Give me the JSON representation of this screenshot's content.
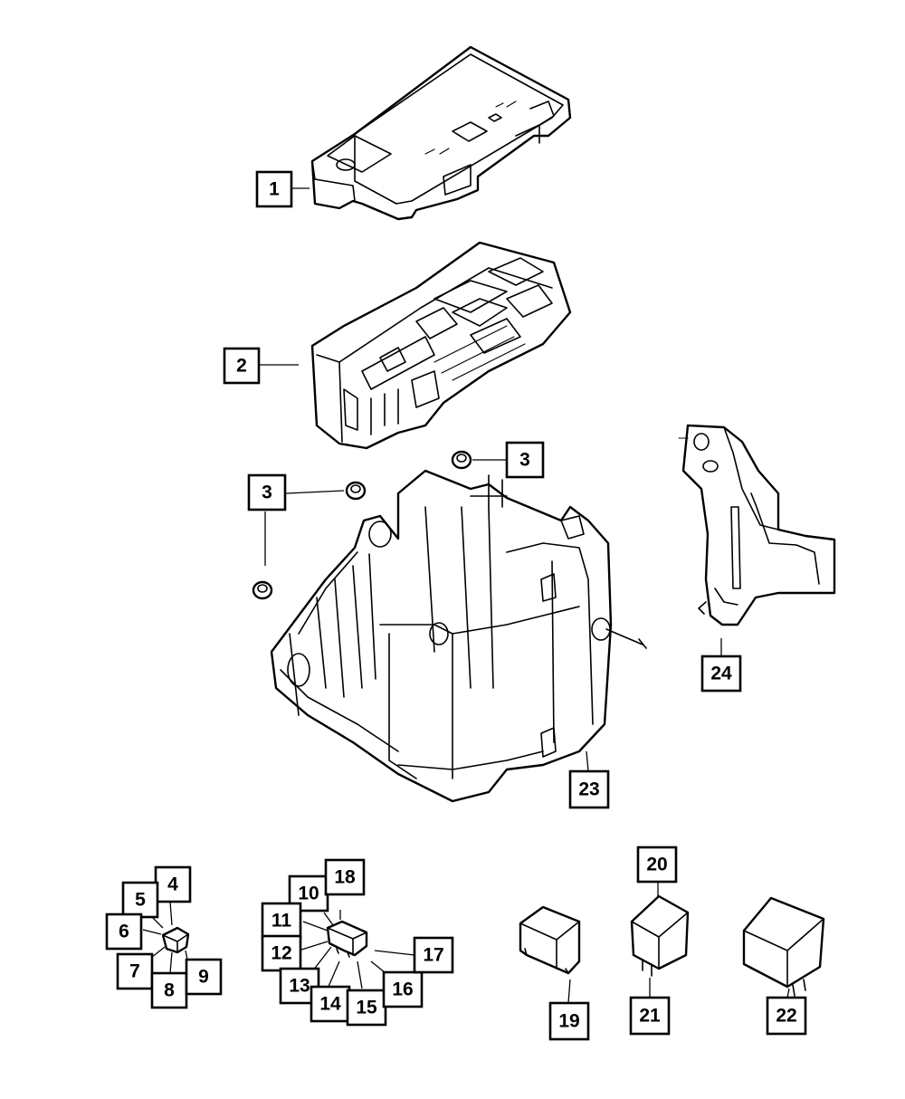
{
  "callouts": {
    "c1": "1",
    "c2": "2",
    "c3a": "3",
    "c3b": "3",
    "c4": "4",
    "c5": "5",
    "c6": "6",
    "c7": "7",
    "c8": "8",
    "c9": "9",
    "c10": "10",
    "c11": "11",
    "c12": "12",
    "c13": "13",
    "c14": "14",
    "c15": "15",
    "c16": "16",
    "c17": "17",
    "c18": "18",
    "c19": "19",
    "c20": "20",
    "c21": "21",
    "c22": "22",
    "c23": "23",
    "c24": "24"
  }
}
